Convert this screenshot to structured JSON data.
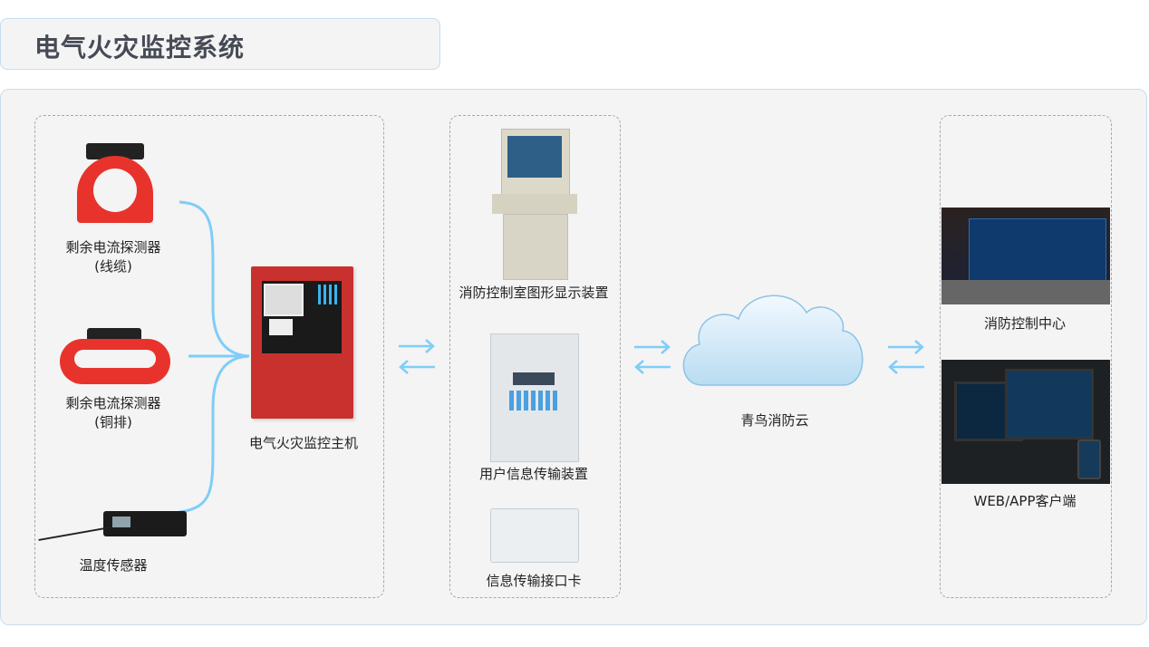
{
  "title": "电气火灾监控系统",
  "detectors": [
    {
      "label": "剩余电流探测器",
      "sub": "(线缆)"
    },
    {
      "label": "剩余电流探测器",
      "sub": "(铜排)"
    },
    {
      "label": "温度传感器"
    }
  ],
  "host": {
    "label": "电气火灾监控主机"
  },
  "devices": [
    {
      "label": "消防控制室图形显示装置"
    },
    {
      "label": "用户信息传输装置"
    },
    {
      "label": "信息传输接口卡"
    }
  ],
  "cloud": {
    "label": "青鸟消防云"
  },
  "clients": [
    {
      "label": "消防控制中心"
    },
    {
      "label": "WEB/APP客户端"
    }
  ],
  "colors": {
    "connector": "#7fcdf8",
    "device_red": "#d9342e",
    "panel_bg": "#f4f4f4"
  }
}
